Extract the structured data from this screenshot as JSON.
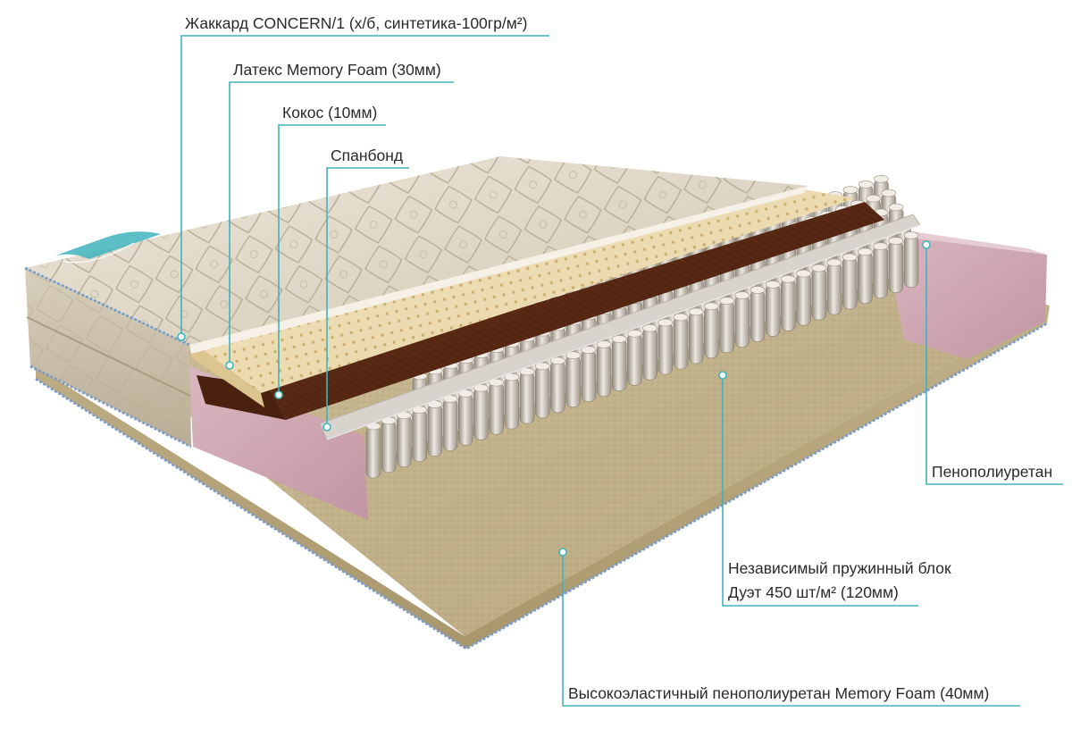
{
  "accent_color": "#3fb4bd",
  "callouts": {
    "jacquard": "Жаккард CONCERN/1 (х/б, синтетика-100гр/м²)",
    "latex": "Латекс Memory Foam (30мм)",
    "coconut": "Кокос (10мм)",
    "spunbond": "Спанбонд",
    "ppu": "Пенополиуретан",
    "spring_line1": "Независимый пружинный блок",
    "spring_line2": "Дуэт 450 шт/м²  (120мм)",
    "hr_foam": "Высокоэластичный пенополиуретан Memory Foam (40мм)"
  }
}
